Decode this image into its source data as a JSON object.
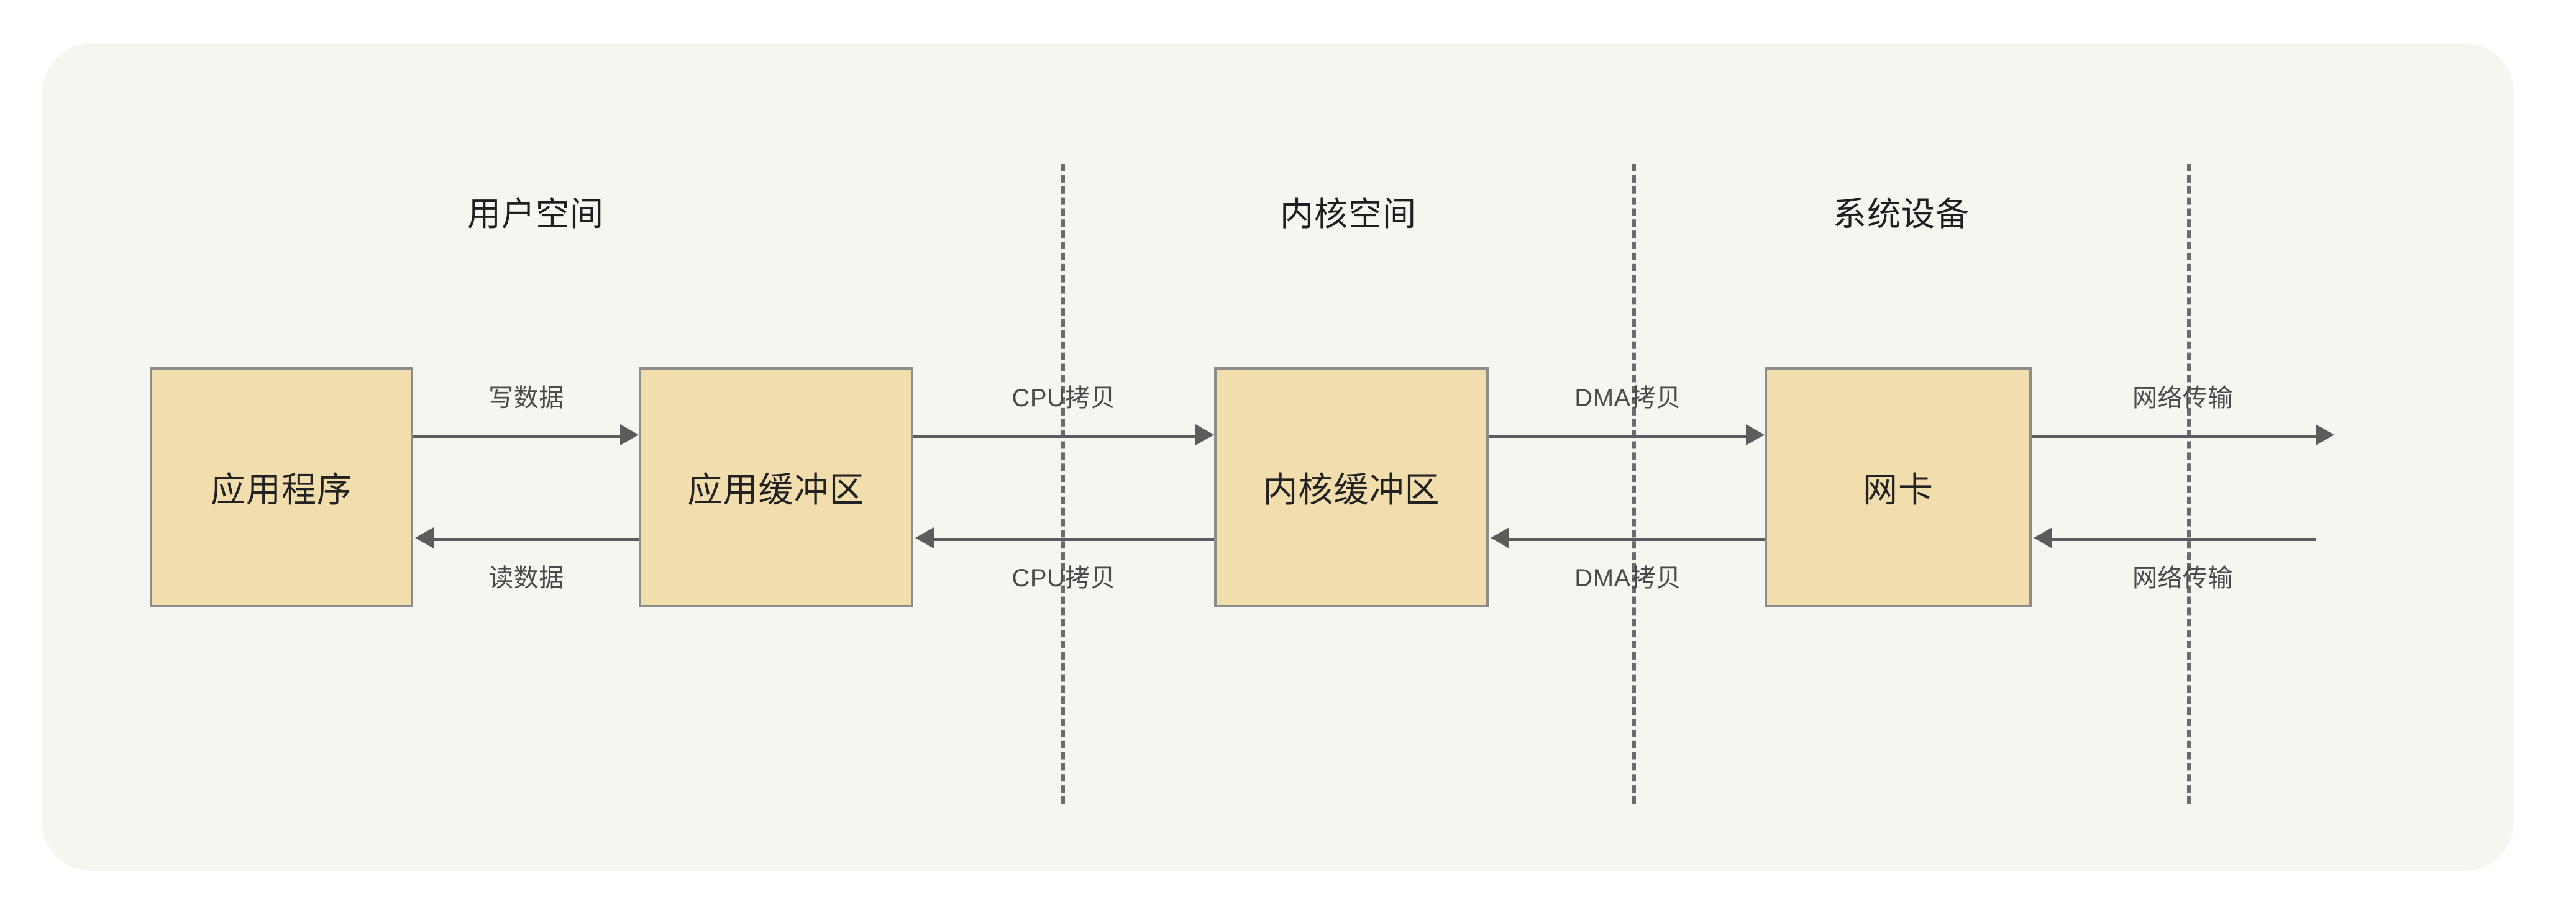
{
  "diagram": {
    "title": "传统数据拷贝流程图",
    "colors": {
      "page_background": "#ffffff",
      "panel_background": "#f6f6f1",
      "node_fill": "#f2dead",
      "node_border": "#8c8c8c",
      "connector": "#5c5c5c",
      "divider": "#6b6b6b",
      "node_text": "#222222",
      "label_text": "#4a4a4a",
      "zone_title_text": "#1f1f1f"
    },
    "zones": [
      {
        "id": "user-space",
        "label": "用户空间"
      },
      {
        "id": "kernel-space",
        "label": "内核空间"
      },
      {
        "id": "system-device",
        "label": "系统设备"
      }
    ],
    "nodes": [
      {
        "id": "application",
        "label": "应用程序"
      },
      {
        "id": "app-buffer",
        "label": "应用缓冲区"
      },
      {
        "id": "kernel-buffer",
        "label": "内核缓冲区"
      },
      {
        "id": "network-card",
        "label": "网卡"
      }
    ],
    "edges_forward": [
      {
        "id": "write-data",
        "label": "写数据",
        "from": "application",
        "to": "app-buffer"
      },
      {
        "id": "cpu-copy-out",
        "label": "CPU拷贝",
        "from": "app-buffer",
        "to": "kernel-buffer"
      },
      {
        "id": "dma-copy-out",
        "label": "DMA拷贝",
        "from": "kernel-buffer",
        "to": "network-card"
      },
      {
        "id": "network-send",
        "label": "网络传输",
        "from": "network-card",
        "to": "network"
      }
    ],
    "edges_backward": [
      {
        "id": "read-data",
        "label": "读数据",
        "from": "app-buffer",
        "to": "application"
      },
      {
        "id": "cpu-copy-in",
        "label": "CPU拷贝",
        "from": "kernel-buffer",
        "to": "app-buffer"
      },
      {
        "id": "dma-copy-in",
        "label": "DMA拷贝",
        "from": "network-card",
        "to": "kernel-buffer"
      },
      {
        "id": "network-receive",
        "label": "网络传输",
        "from": "network",
        "to": "network-card"
      }
    ]
  }
}
